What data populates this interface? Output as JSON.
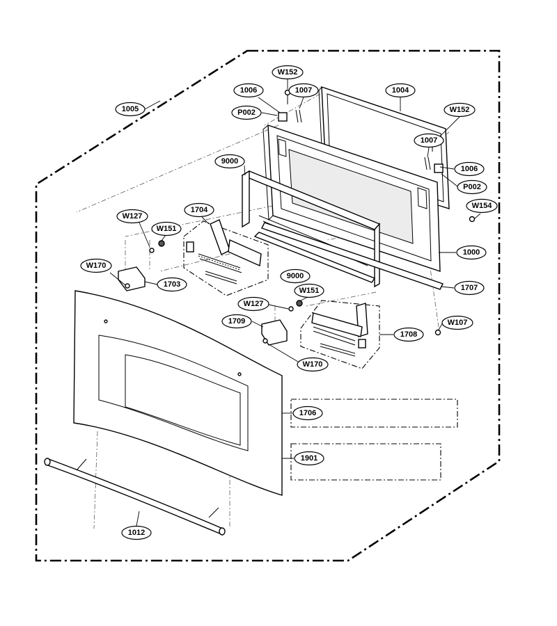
{
  "labels": {
    "l1005": "1005",
    "l1006a": "1006",
    "l1007a": "1007",
    "lW152a": "W152",
    "lP002a": "P002",
    "l1004": "1004",
    "lW152b": "W152",
    "l1007b": "1007",
    "l1006b": "1006",
    "lP002b": "P002",
    "l9000a": "9000",
    "lW154": "W154",
    "l1000": "1000",
    "l1704": "1704",
    "lW127a": "W127",
    "lW151a": "W151",
    "lW170a": "W170",
    "l1703": "1703",
    "l9000b": "9000",
    "lW151b": "W151",
    "l1707": "1707",
    "lW127b": "W127",
    "l1709": "1709",
    "lW107": "W107",
    "l1708": "1708",
    "lW170b": "W170",
    "l1706": "1706",
    "l1901": "1901",
    "l1012": "1012"
  }
}
